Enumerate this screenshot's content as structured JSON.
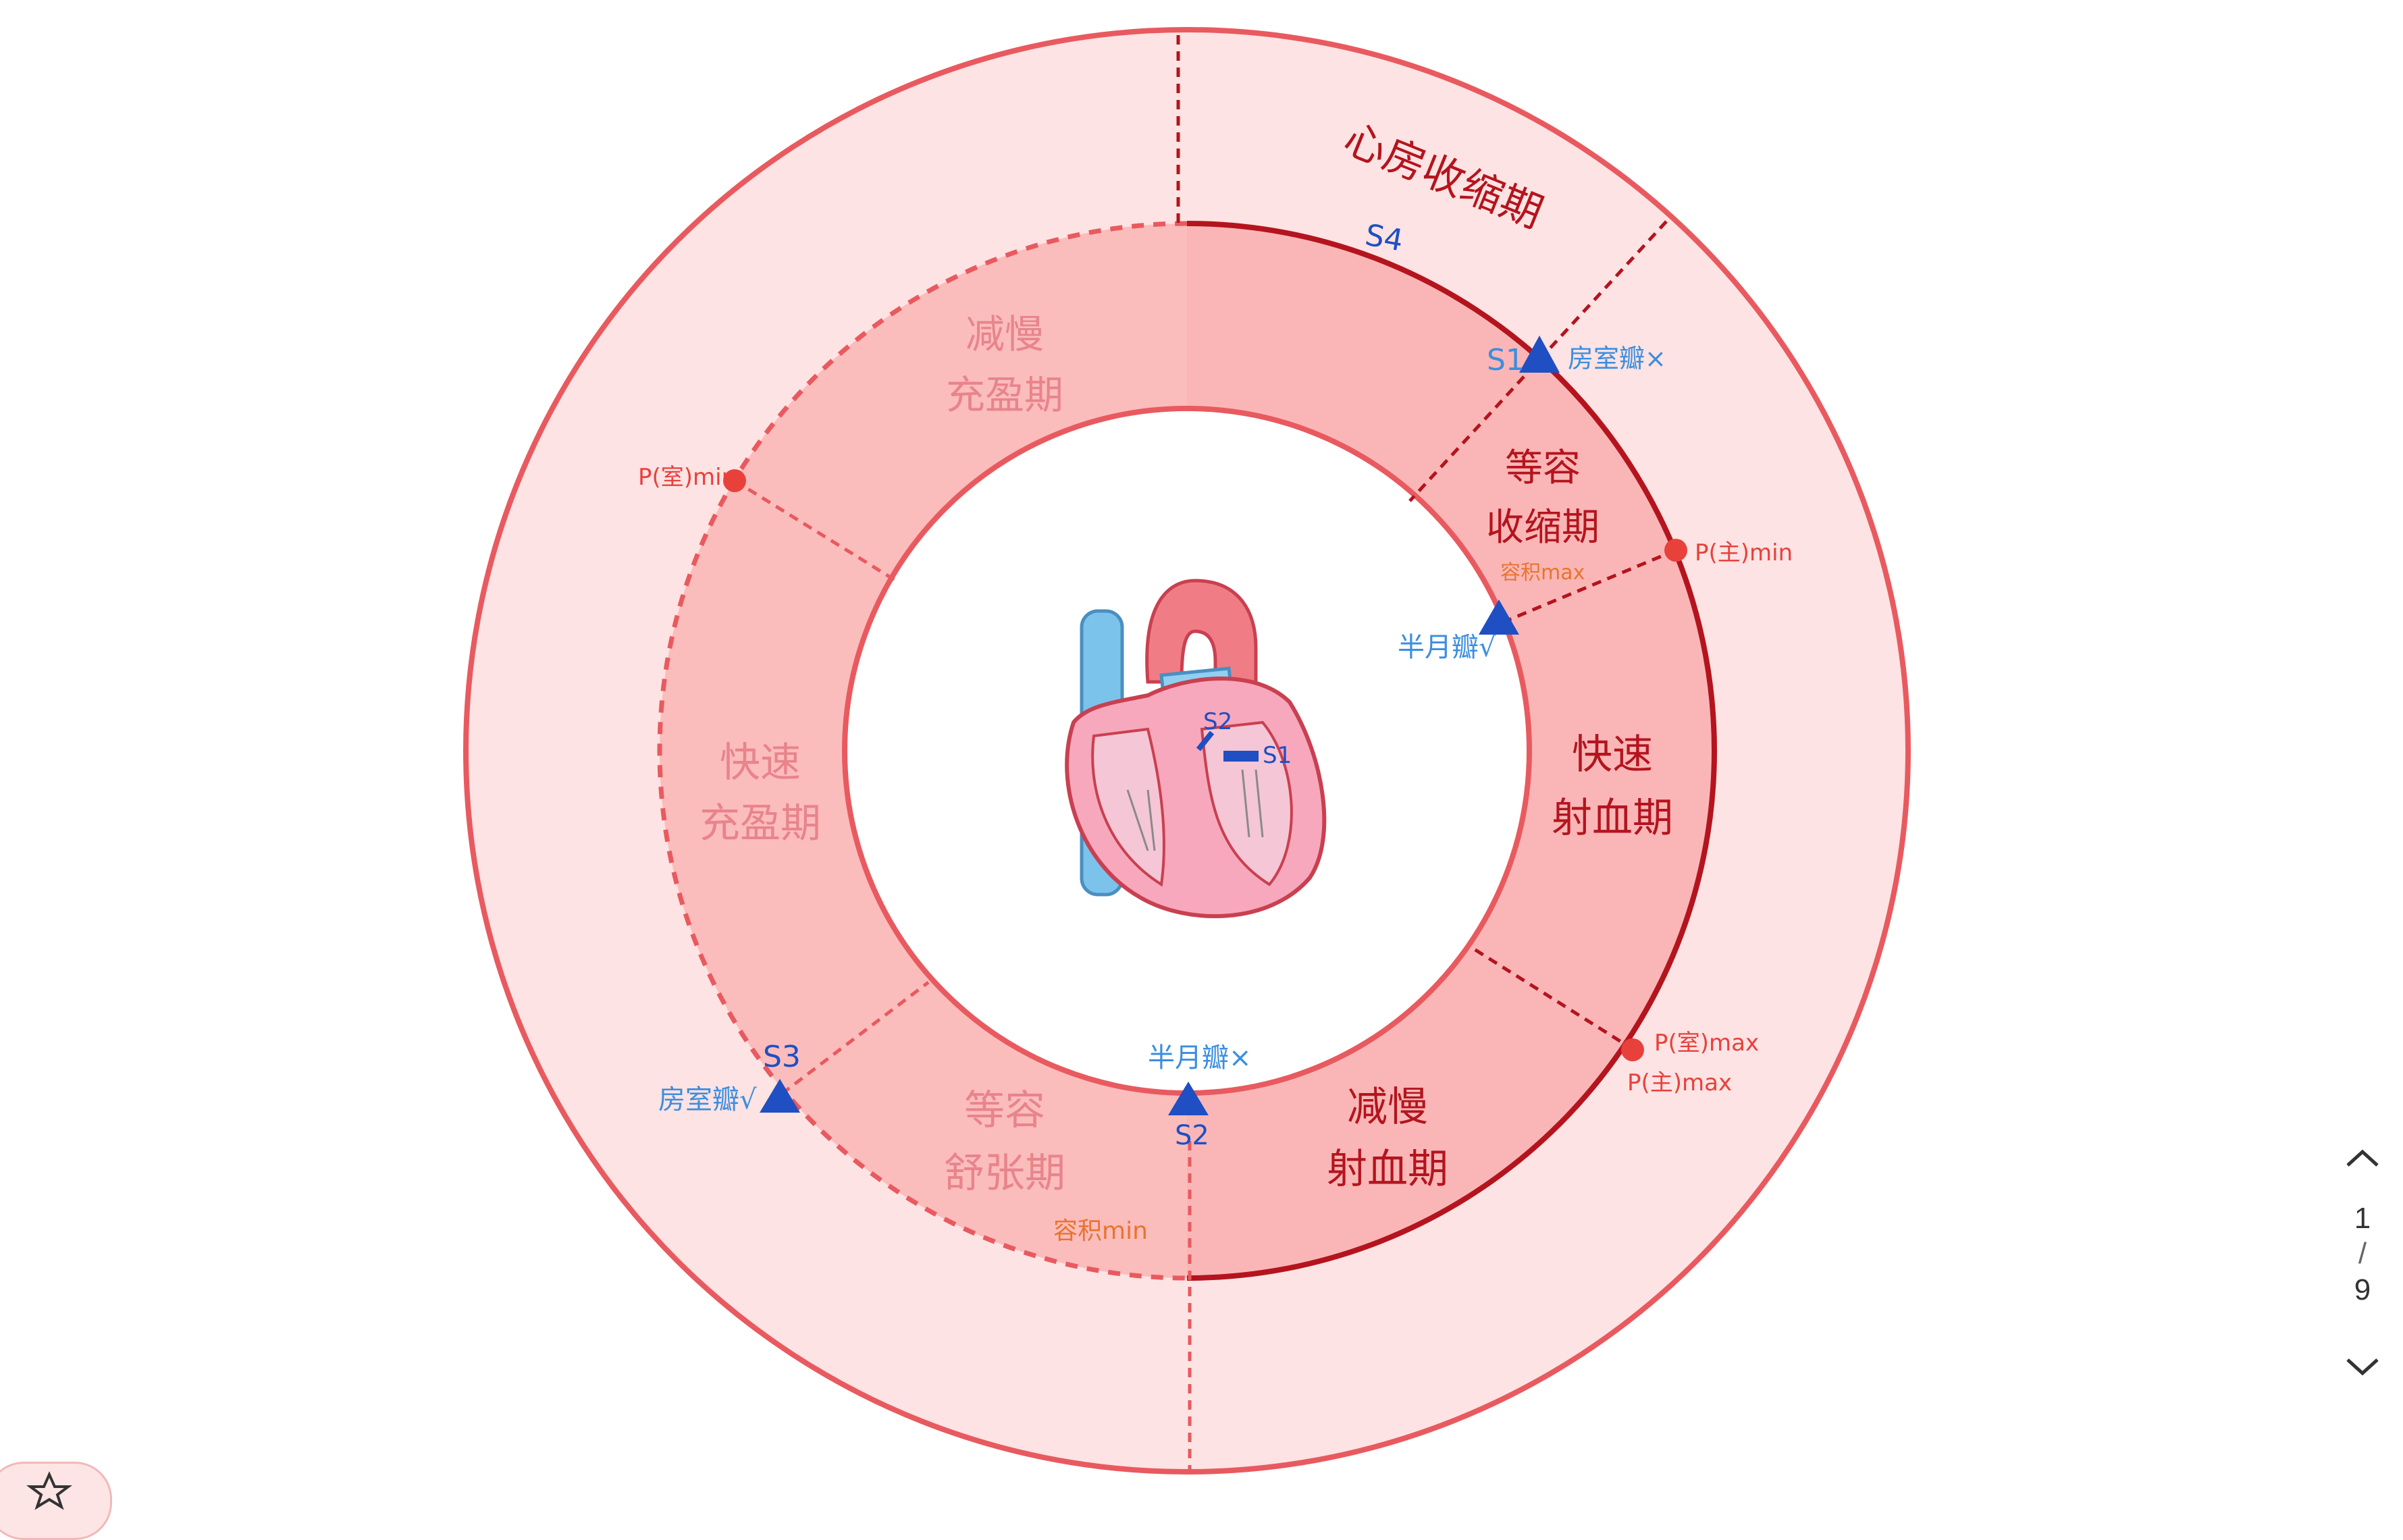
{
  "diagram": {
    "phases": {
      "atrial_systole": "心房收缩期",
      "isovolumetric_contraction": [
        "等容",
        "收缩期"
      ],
      "rapid_ejection": [
        "快速",
        "射血期"
      ],
      "reduced_ejection": [
        "减慢",
        "射血期"
      ],
      "isovolumetric_relaxation": [
        "等容",
        "舒张期"
      ],
      "rapid_filling": [
        "快速",
        "充盈期"
      ],
      "reduced_filling": [
        "减慢",
        "充盈期"
      ]
    },
    "markers": {
      "s4": "S4",
      "s1": "S1",
      "av_valve_close": "房室瓣×",
      "p_aorta_min": "P(主)min",
      "volume_max": "容积max",
      "semilunar_open": "半月瓣√",
      "p_ventricle_max": "P(室)max",
      "p_aorta_max": "P(主)max",
      "semilunar_close": "半月瓣×",
      "s2": "S2",
      "volume_min": "容积min",
      "s3": "S3",
      "av_valve_open": "房室瓣√",
      "p_ventricle_min": "P(室)min"
    },
    "heart": {
      "s2": "S2",
      "s1": "S1"
    },
    "colors": {
      "outer_fill": "#fde3e3",
      "ring_fill": "#fbbcbc",
      "outline": "#e85a5f",
      "dark_line": "#b4141e",
      "triangle": "#1f4fc2",
      "label_blue": "#3b8ee0",
      "label_red": "#e8413c",
      "label_orange": "#e8742f"
    }
  },
  "pager": {
    "current": "1",
    "separator": "/",
    "total": "9"
  },
  "icons": {
    "up": "chevron-up-icon",
    "down": "chevron-down-icon",
    "fab": "star-icon"
  }
}
